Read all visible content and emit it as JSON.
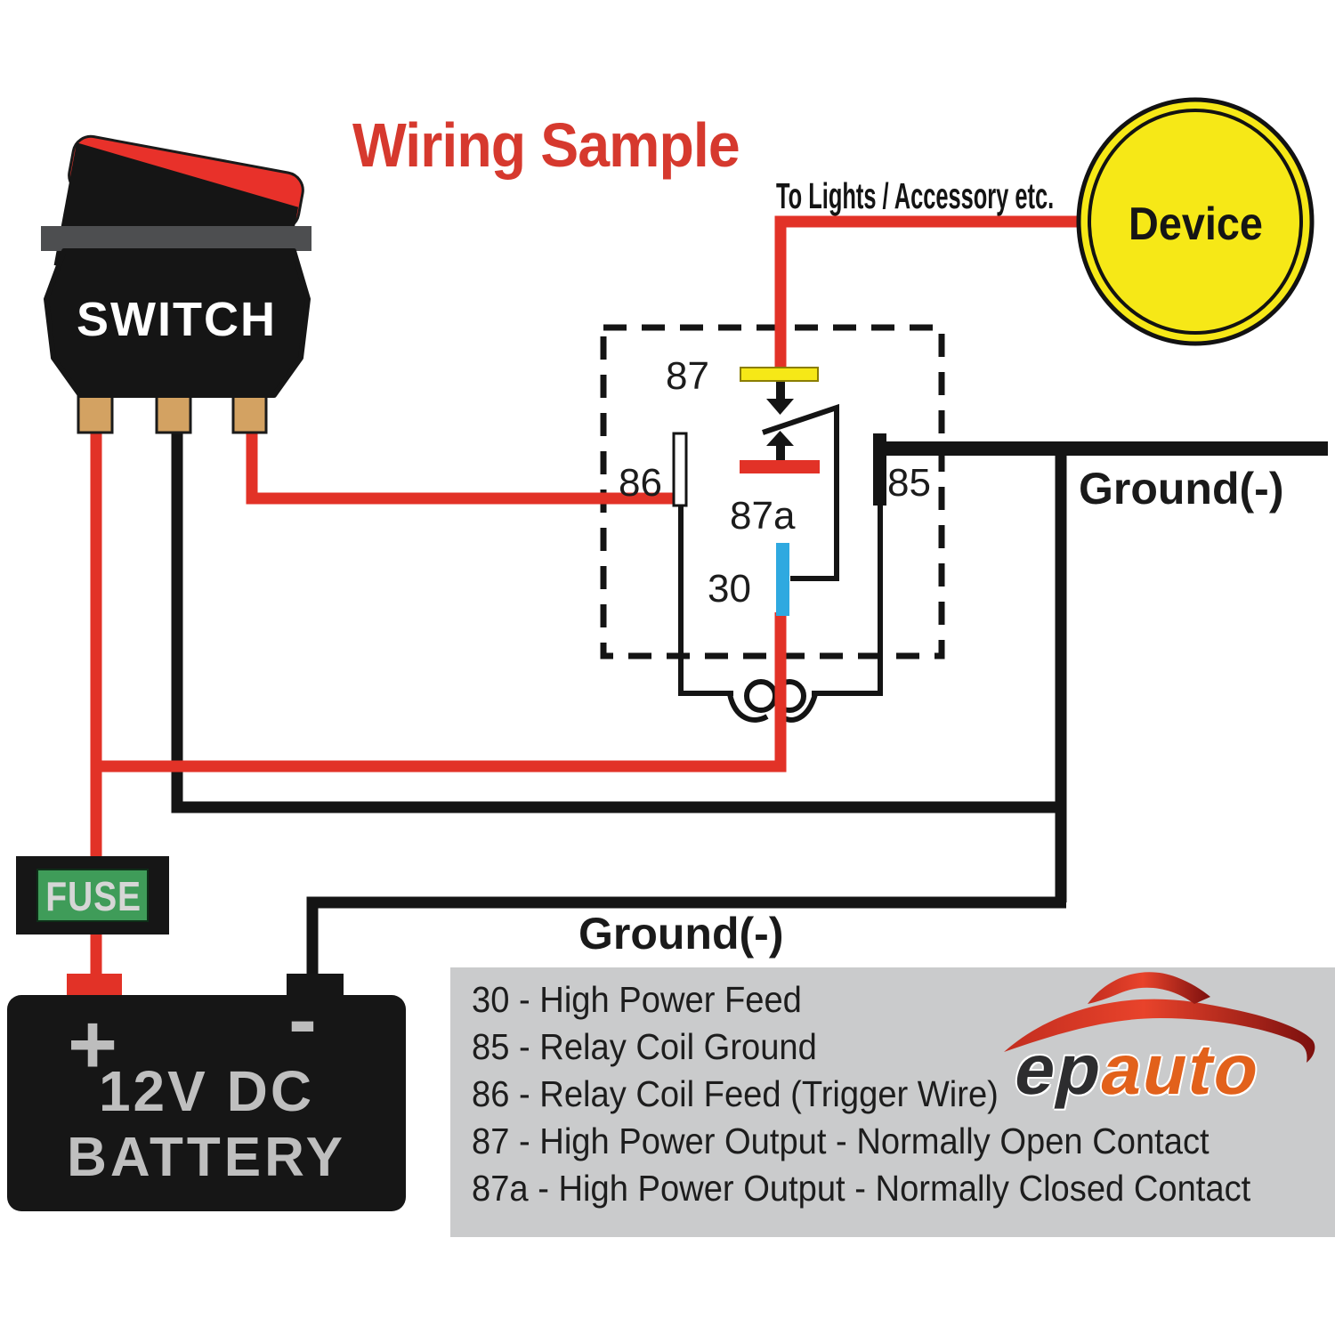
{
  "title": "Wiring Sample",
  "notes": {
    "to_lights": "To Lights / Accessory etc."
  },
  "device": {
    "label": "Device"
  },
  "switch": {
    "label": "SWITCH"
  },
  "fuse": {
    "label": "FUSE"
  },
  "battery": {
    "plus": "+",
    "minus": "-",
    "line1": "12V DC",
    "line2": "BATTERY"
  },
  "relay": {
    "t87": "87",
    "t86": "86",
    "t85": "85",
    "t87a": "87a",
    "t30": "30"
  },
  "grounds": {
    "right": "Ground(-)",
    "bottom": "Ground(-)"
  },
  "legend": {
    "items": [
      "30 - High Power Feed",
      "85 - Relay Coil Ground",
      "86 - Relay Coil Feed  (Trigger Wire)",
      "87 - High Power Output - Normally Open Contact",
      "87a - High Power Output - Normally Closed Contact"
    ]
  },
  "logo": {
    "part1": "ep",
    "part2": "auto"
  },
  "colors": {
    "wire_red": "#e23227",
    "wire_black": "#141414",
    "title_red": "#d6392e",
    "device_yellow": "#f6e817",
    "terminal_87_yellow": "#f6e817",
    "terminal_30_blue": "#2fa9e0",
    "terminal_87a_red": "#e23227",
    "switch_terminal_tan": "#d3a262",
    "fuse_green": "#3f9c59",
    "legend_bg": "#cacbcc",
    "battery_text_gray": "#bfbfbf",
    "mount_bar_gray": "#4d4e50"
  }
}
